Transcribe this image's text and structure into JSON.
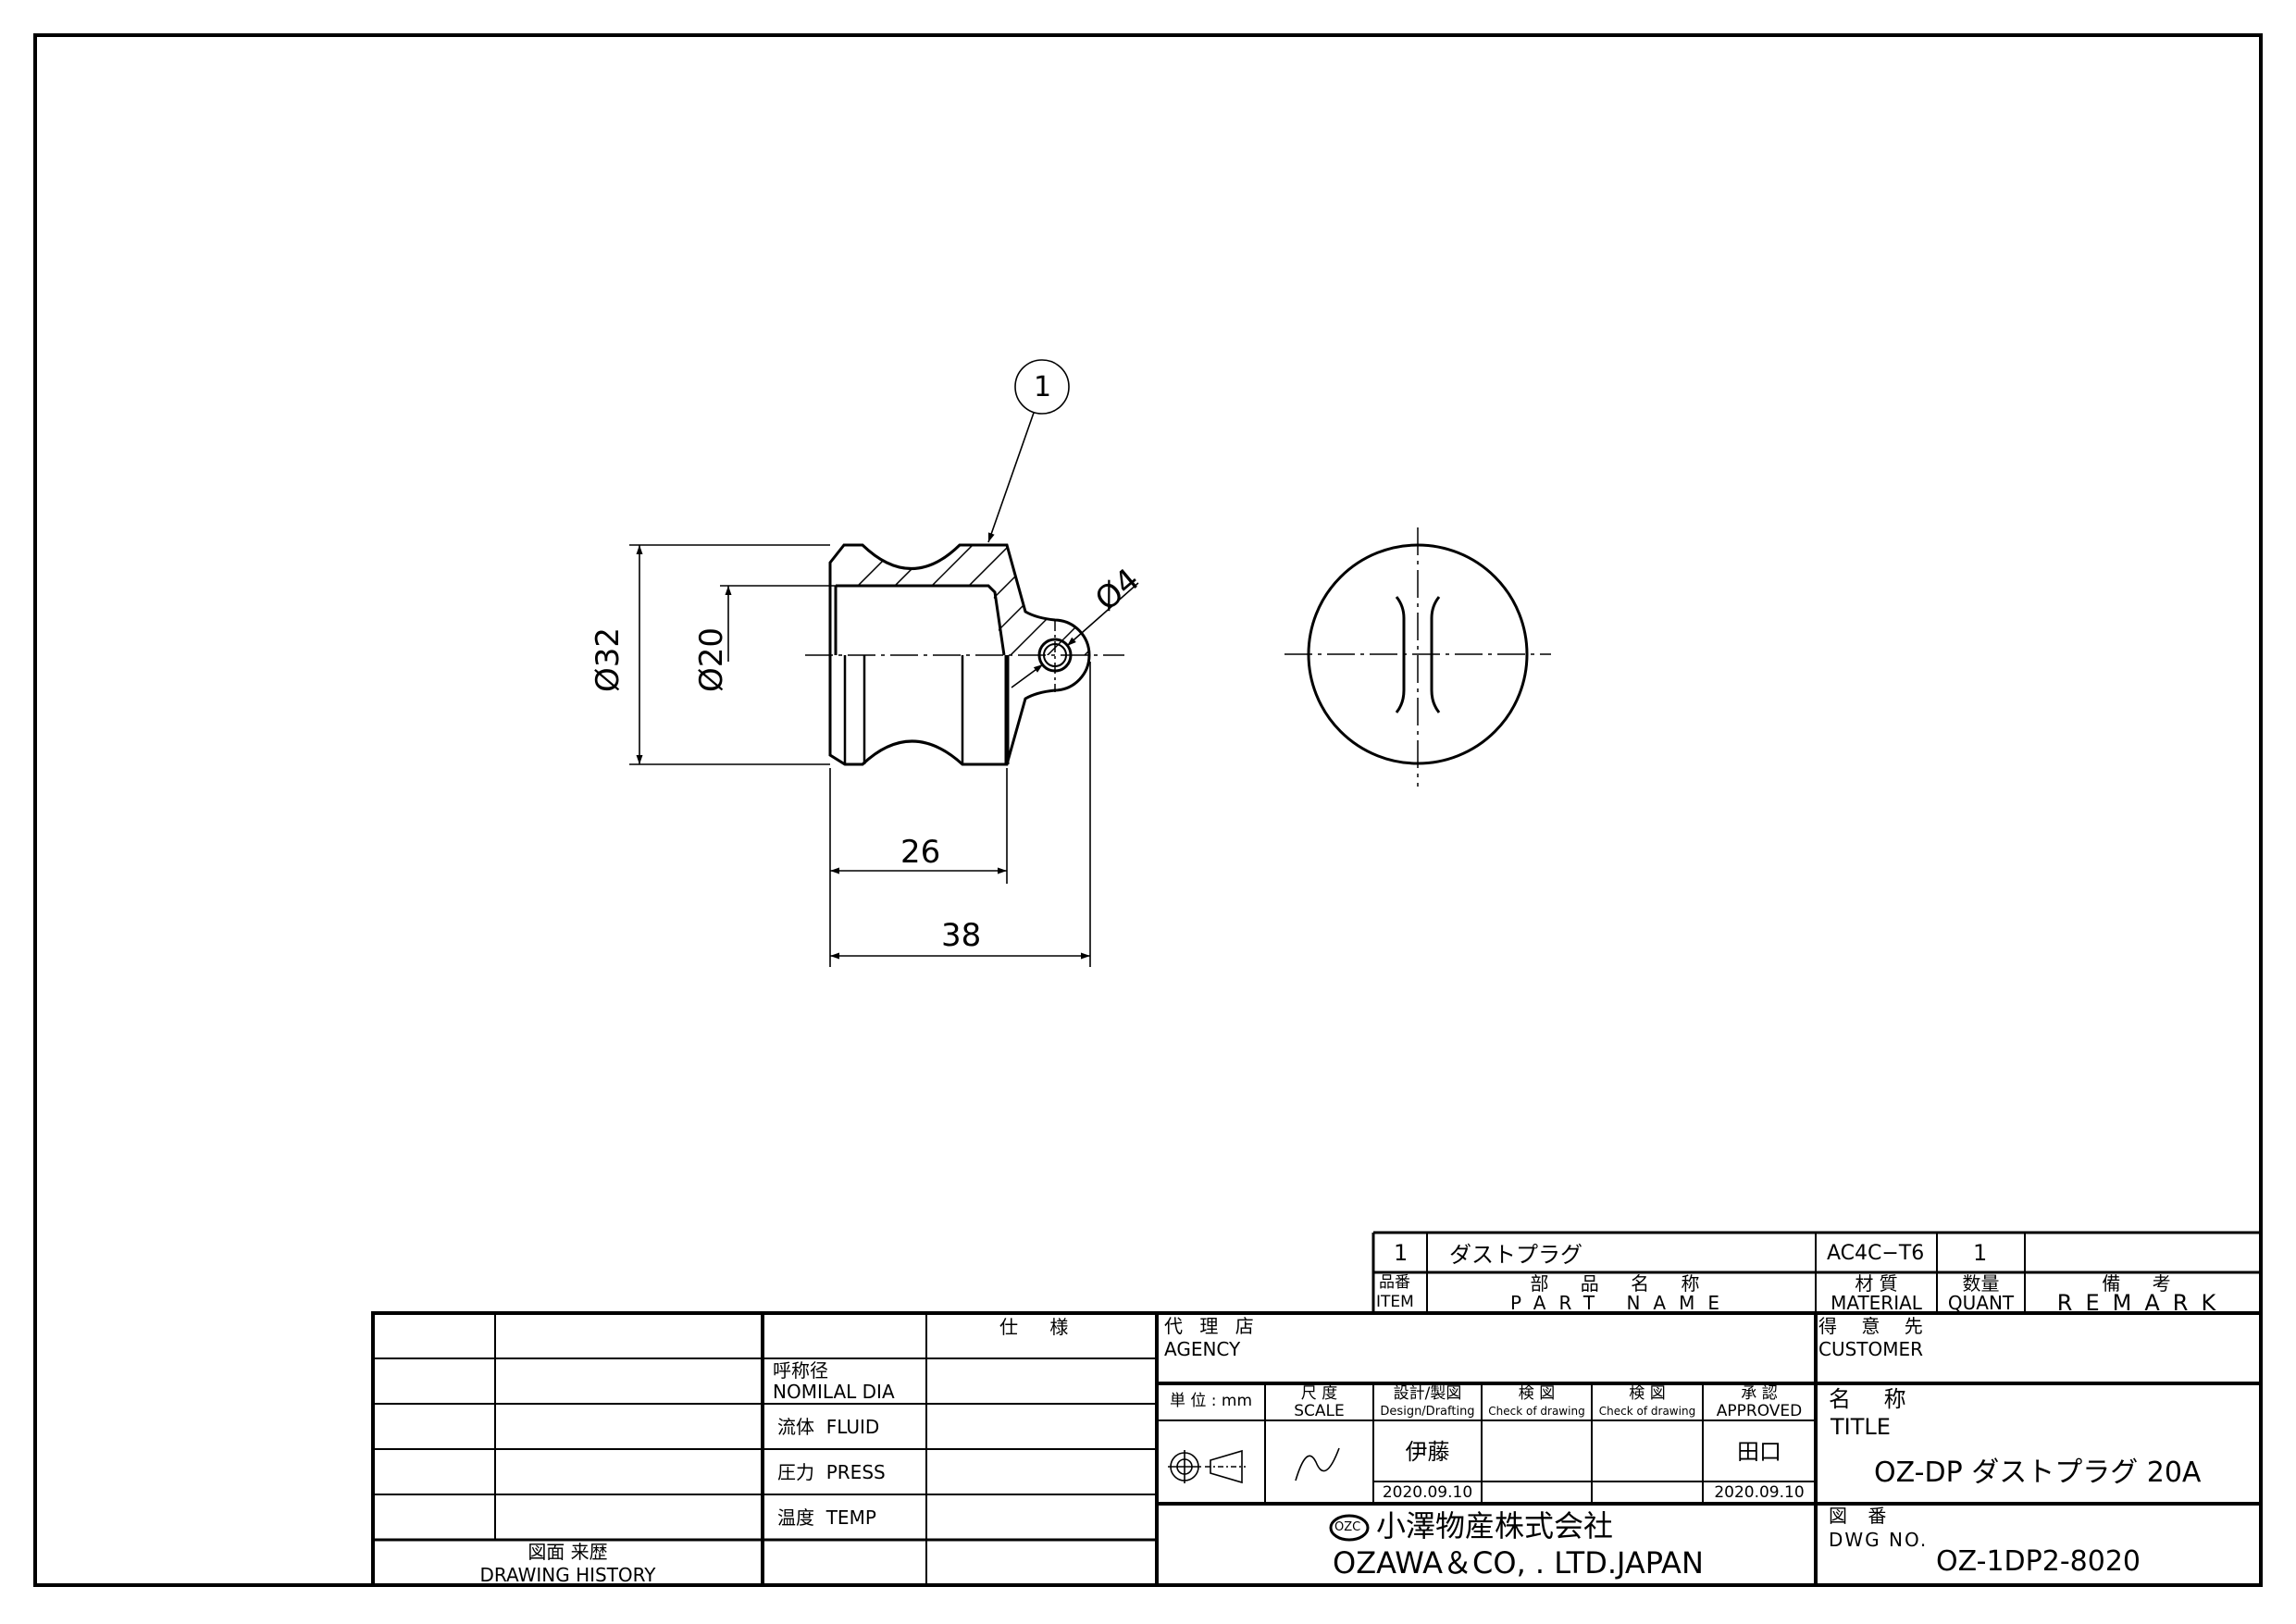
{
  "drawing": {
    "balloon": "1",
    "dims": {
      "d32": "Ø32",
      "d20": "Ø20",
      "d4": "Ø4",
      "l26": "26",
      "l38": "38"
    }
  },
  "parts_list": {
    "row": {
      "item": "1",
      "part_name": "ダストプラグ",
      "material": "AC4C−T6",
      "quant": "1",
      "remark": ""
    },
    "headers": {
      "item_jp": "品番",
      "item_en": "ITEM",
      "part_jp": "部 品 名 称",
      "part_en": "PART NAME",
      "material_jp": "材 質",
      "material_en": "MATERIAL",
      "quant_jp": "数量",
      "quant_en": "QUANT",
      "remark_jp": "備 考",
      "remark_en": "REMARK"
    }
  },
  "history": {
    "label_jp": "図面 来歴",
    "label_en": "DRAWING HISTORY"
  },
  "spec": {
    "header": "仕 様",
    "rows": [
      {
        "jp": "呼称径",
        "en": "NOMILAL DIA"
      },
      {
        "jp": "流体",
        "en": "FLUID"
      },
      {
        "jp": "圧力",
        "en": "PRESS"
      },
      {
        "jp": "温度",
        "en": "TEMP"
      }
    ]
  },
  "agency": {
    "jp": "代 理 店",
    "en": "AGENCY"
  },
  "customer": {
    "jp": "得 意 先",
    "en": "CUSTOMER"
  },
  "approval": {
    "unit": "単 位 : mm",
    "scale_jp": "尺 度",
    "scale_en": "SCALE",
    "design_jp": "設計/製図",
    "design_en": "Design/Drafting",
    "check1_jp": "検 図",
    "check1_en": "Check of drawing",
    "check2_jp": "検 図",
    "check2_en": "Check of drawing",
    "approved_jp": "承 認",
    "approved_en": "APPROVED",
    "designer": "伊藤",
    "approver": "田口",
    "design_date": "2020.09.10",
    "approved_date": "2020.09.10"
  },
  "title": {
    "jp": "名 称",
    "en": "TITLE",
    "value": "OZ-DP ダストプラグ 20A"
  },
  "company": {
    "logo": "OZC",
    "jp": "小澤物産株式会社",
    "en": "OZAWA＆CO, . LTD.JAPAN"
  },
  "dwg": {
    "jp": "図 番",
    "en": "DWG NO.",
    "value": "OZ-1DP2-8020"
  }
}
